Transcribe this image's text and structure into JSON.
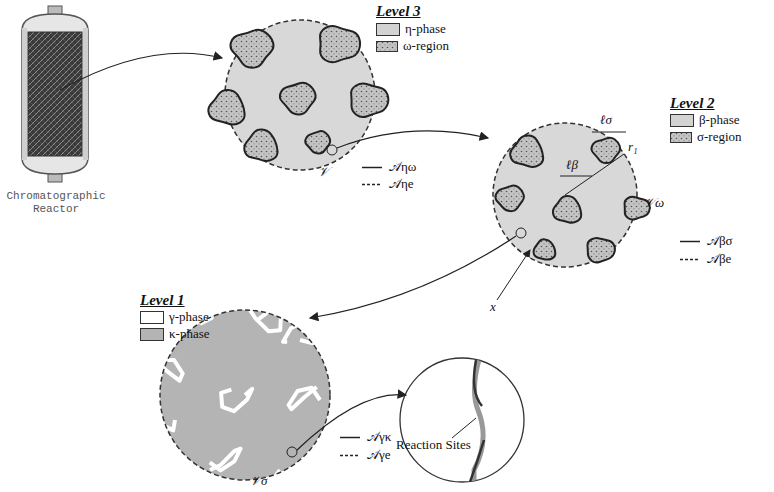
{
  "diagram": {
    "labels": [
      "Level 3",
      "Level 2",
      "Level 1",
      "Chromatographic Reactor",
      "𝒱",
      "𝒱ω",
      "𝒱σ",
      "ℓσ",
      "ℓβ",
      "r₁",
      "x",
      "Reaction Sites"
    ],
    "legend": [
      {
        "text": "η-phase",
        "color": "#d3d3d3"
      },
      {
        "text": "ω-region"
      },
      {
        "text": "𝒜ηω"
      },
      {
        "text": "𝒜ηe"
      },
      {
        "text": "β-phase",
        "color": "#d3d3d3"
      },
      {
        "text": "σ-region"
      },
      {
        "text": "𝒜βσ"
      },
      {
        "text": "𝒜βe"
      },
      {
        "text": "γ-phase",
        "color": "#ffffff"
      },
      {
        "text": "κ-phase",
        "color": "#b4b4b4"
      },
      {
        "text": "𝒜γκ"
      },
      {
        "text": "𝒜γe"
      }
    ]
  }
}
